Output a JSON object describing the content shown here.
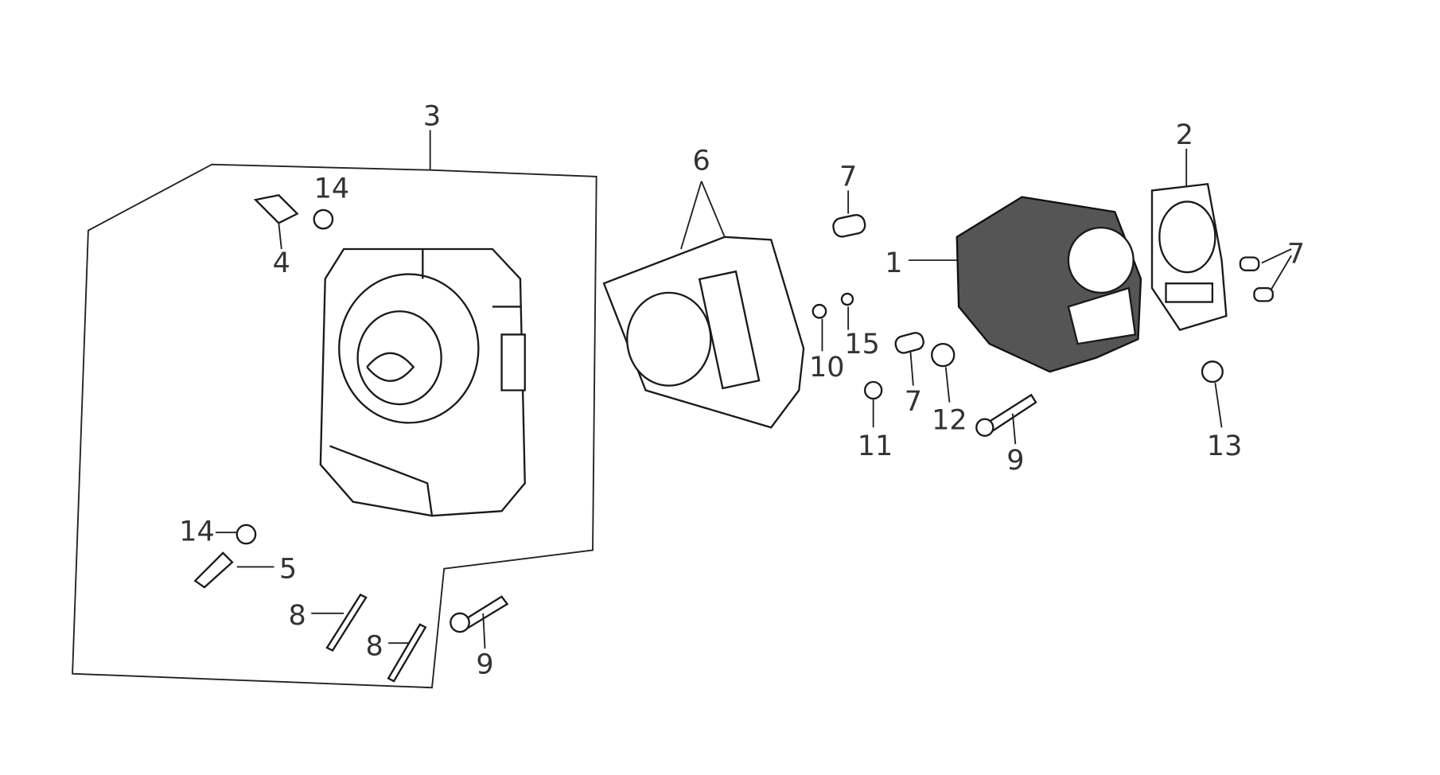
{
  "diagram": {
    "type": "exploded-parts-diagram",
    "callouts": [
      {
        "id": "c3",
        "label": "3",
        "part": "cylinder-head-assembly"
      },
      {
        "id": "c6",
        "label": "6",
        "part": "gasket"
      },
      {
        "id": "c7a",
        "label": "7",
        "part": "dowel-pin"
      },
      {
        "id": "c2",
        "label": "2",
        "part": "base-gasket"
      },
      {
        "id": "c14a",
        "label": "14",
        "part": "washer"
      },
      {
        "id": "c4",
        "label": "4",
        "part": "stud"
      },
      {
        "id": "c1",
        "label": "1",
        "part": "cylinder"
      },
      {
        "id": "c7b",
        "label": "7",
        "part": "dowel-pin"
      },
      {
        "id": "c15",
        "label": "15",
        "part": "o-ring"
      },
      {
        "id": "c10",
        "label": "10",
        "part": "bolt"
      },
      {
        "id": "c7c",
        "label": "7",
        "part": "dowel-pin"
      },
      {
        "id": "c12",
        "label": "12",
        "part": "washer"
      },
      {
        "id": "c11",
        "label": "11",
        "part": "nut"
      },
      {
        "id": "c9a",
        "label": "9",
        "part": "bolt"
      },
      {
        "id": "c13",
        "label": "13",
        "part": "o-ring"
      },
      {
        "id": "c14b",
        "label": "14",
        "part": "washer"
      },
      {
        "id": "c5",
        "label": "5",
        "part": "stud"
      },
      {
        "id": "c8a",
        "label": "8",
        "part": "stud"
      },
      {
        "id": "c8b",
        "label": "8",
        "part": "stud"
      },
      {
        "id": "c9b",
        "label": "9",
        "part": "bolt"
      }
    ]
  }
}
